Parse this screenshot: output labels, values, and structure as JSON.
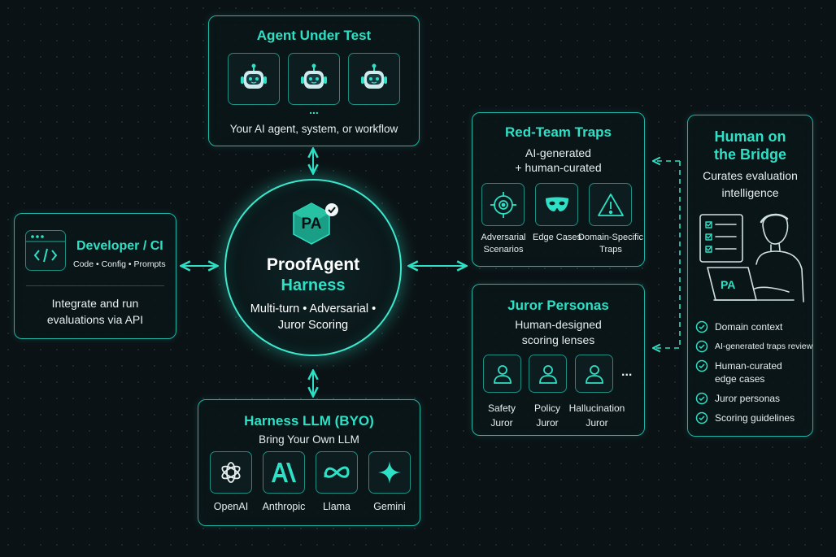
{
  "agent_under_test": {
    "title": "Agent Under Test",
    "more": "...",
    "caption": "Your AI agent, system, or workflow"
  },
  "developer": {
    "title": "Developer / CI",
    "subtitle": "Code • Config • Prompts",
    "caption_line1": "Integrate and run",
    "caption_line2": "evaluations via API"
  },
  "harness": {
    "badge": "PA",
    "name": "ProofAgent",
    "name2": "Harness",
    "features_line1": "Multi-turn • Adversarial •",
    "features_line2": "Juror Scoring"
  },
  "llm": {
    "title": "Harness LLM (BYO)",
    "subtitle": "Bring Your Own LLM",
    "providers": [
      {
        "label": "OpenAI",
        "icon": "openai-icon"
      },
      {
        "label": "Anthropic",
        "icon": "anthropic-icon"
      },
      {
        "label": "Llama",
        "icon": "meta-icon"
      },
      {
        "label": "Gemini",
        "icon": "gemini-icon"
      }
    ]
  },
  "traps": {
    "title": "Red-Team Traps",
    "line1": "AI-generated",
    "line2": "+ human-curated",
    "items": [
      {
        "l1": "Adversarial",
        "l2": "Scenarios",
        "icon": "target-icon"
      },
      {
        "l1": "Edge Cases",
        "l2": "",
        "icon": "mask-icon"
      },
      {
        "l1": "Domain-Specific",
        "l2": "Traps",
        "icon": "warning-icon"
      }
    ]
  },
  "jurors": {
    "title": "Juror Personas",
    "line1": "Human-designed",
    "line2": "scoring lenses",
    "more": "...",
    "items": [
      {
        "l1": "Safety",
        "l2": "Juror"
      },
      {
        "l1": "Policy",
        "l2": "Juror"
      },
      {
        "l1": "Hallucination",
        "l2": "Juror"
      }
    ]
  },
  "human": {
    "title1": "Human on",
    "title2": "the Bridge",
    "line1": "Curates evaluation",
    "line2": "intelligence",
    "laptop_badge": "PA",
    "checklist": [
      {
        "l1": "Domain context",
        "l2": ""
      },
      {
        "l1": "AI-generated traps review",
        "l2": ""
      },
      {
        "l1": "Human-curated",
        "l2": "edge cases"
      },
      {
        "l1": "Juror personas",
        "l2": ""
      },
      {
        "l1": "Scoring guidelines",
        "l2": ""
      }
    ]
  },
  "colors": {
    "accent": "#2ee0c5",
    "border": "#1fb5a4",
    "background": "#0b1215"
  }
}
